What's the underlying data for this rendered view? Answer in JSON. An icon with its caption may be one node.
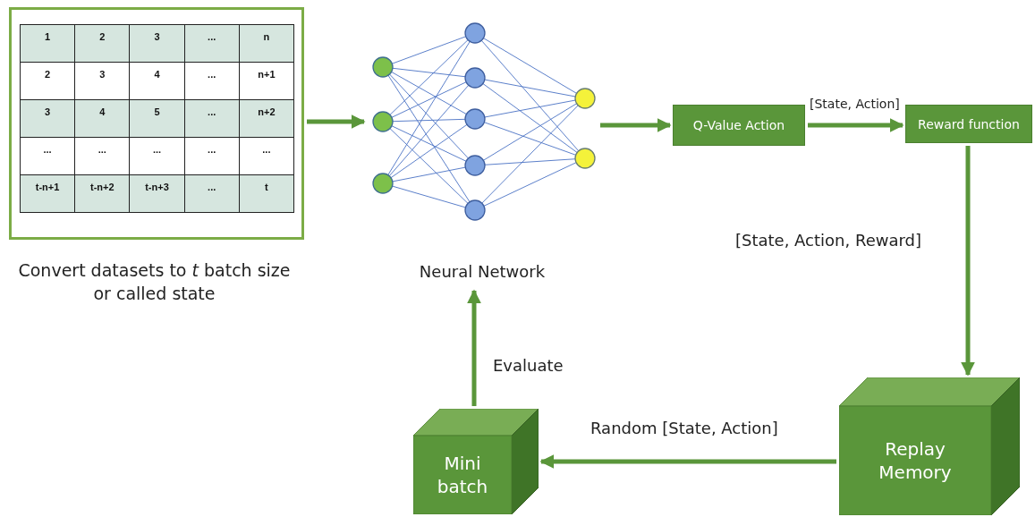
{
  "diagram": {
    "nodes": [
      {
        "text": [],
        "shape": "box",
        "beside": [
          "Convert datasets to *t* batch size or called state"
        ]
      },
      {
        "text": [],
        "shape": "picture",
        "beside": [
          "Neural Network"
        ]
      },
      {
        "text": [
          "Q-Value Action"
        ]
      },
      {
        "text": [
          "Reward function"
        ]
      },
      {
        "text": [
          "Replay Memory"
        ]
      },
      {
        "text": [
          "Mini batch"
        ]
      }
    ],
    "edges": [
      {
        "from": 0,
        "to": 1,
        "arrow": "to"
      },
      {
        "from": 1,
        "to": 2,
        "arrow": "to"
      },
      {
        "from": 2,
        "to": 3,
        "arrow": "to",
        "label": "[State, Action]"
      },
      {
        "from": 3,
        "to": 4,
        "arrow": "to",
        "label": "[State, Action, Reward]"
      },
      {
        "from": 4,
        "to": 5,
        "arrow": "to",
        "label": "Random [State, Action]"
      },
      {
        "from": 5,
        "to": 1,
        "arrow": "to",
        "label": "Evaluate"
      }
    ],
    "labels": [
      "1",
      "2",
      "3",
      "...",
      "n",
      "2",
      "3",
      "4",
      "...",
      "n+1",
      "3",
      "4",
      "5",
      "...",
      "n+2",
      "...",
      "...",
      "...",
      "...",
      "...",
      "t-n+1",
      "t-n+2",
      "t-n+3",
      "...",
      "t"
    ]
  }
}
